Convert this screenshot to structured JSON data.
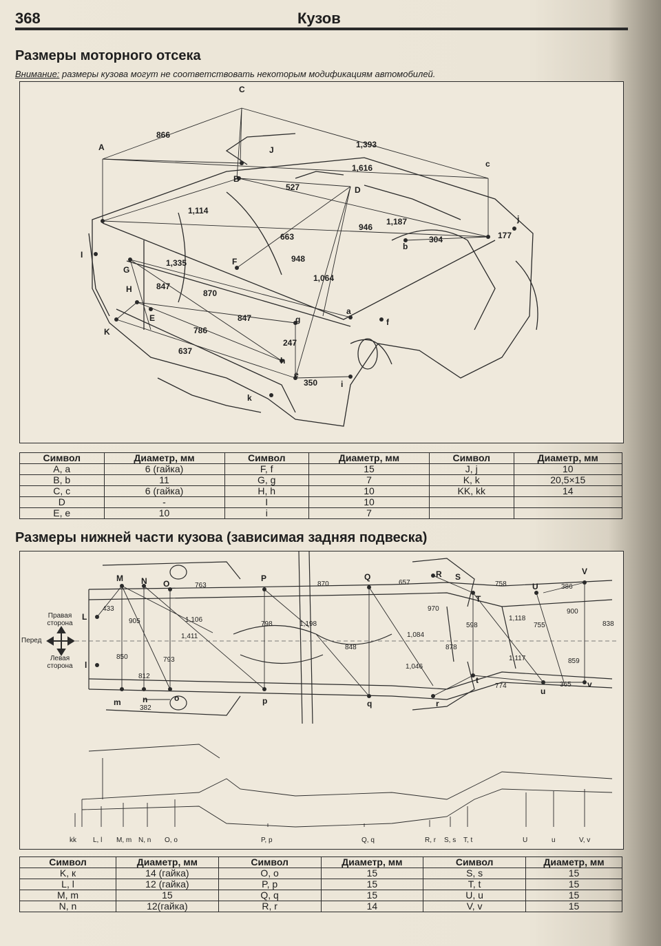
{
  "header": {
    "page_number": "368",
    "chapter": "Кузов"
  },
  "engine_section": {
    "title": "Размеры моторного отсека",
    "note_label": "Внимание:",
    "note_text": " размеры кузова могут не соответствовать некоторым модификациям автомобилей.",
    "point_labels": [
      "A",
      "C",
      "J",
      "D",
      "c",
      "j",
      "I",
      "G",
      "H",
      "F",
      "E",
      "K",
      "b",
      "a",
      "f",
      "g",
      "h",
      "k",
      "e",
      "i",
      "B"
    ],
    "dimensions": [
      "866",
      "1,393",
      "1,616",
      "527",
      "1,114",
      "663",
      "946",
      "1,187",
      "304",
      "177",
      "1,335",
      "948",
      "847",
      "870",
      "1,064",
      "847",
      "786",
      "247",
      "637",
      "350"
    ],
    "table": {
      "headers": [
        "Символ",
        "Диаметр, мм",
        "Символ",
        "Диаметр, мм",
        "Символ",
        "Диаметр, мм"
      ],
      "rows": [
        [
          "A, a",
          "6 (гайка)",
          "F, f",
          "15",
          "J, j",
          "10"
        ],
        [
          "B, b",
          "11",
          "G, g",
          "7",
          "K, k",
          "20,5×15"
        ],
        [
          "C, c",
          "6 (гайка)",
          "H, h",
          "10",
          "KK, kk",
          "14"
        ],
        [
          "D",
          "-",
          "I",
          "10",
          "",
          ""
        ],
        [
          "E, e",
          "10",
          "i",
          "7",
          "",
          ""
        ]
      ]
    }
  },
  "underbody_section": {
    "title": "Размеры нижней части кузова (зависимая задняя подвеска)",
    "legend": {
      "right": "Правая сторона",
      "front": "Перед",
      "left": "Левая сторона"
    },
    "point_labels": [
      "M",
      "N",
      "O",
      "P",
      "Q",
      "R",
      "S",
      "T",
      "U",
      "V",
      "L",
      "l",
      "m",
      "n",
      "o",
      "p",
      "q",
      "r",
      "t",
      "u",
      "v"
    ],
    "dimensions": [
      "763",
      "870",
      "657",
      "758",
      "386",
      "433",
      "905",
      "1,106",
      "1,411",
      "798",
      "1,198",
      "970",
      "598",
      "1,118",
      "755",
      "900",
      "838",
      "850",
      "793",
      "848",
      "1,084",
      "1,046",
      "878",
      "1,117",
      "859",
      "812",
      "382",
      "774",
      "365"
    ],
    "side_view_labels": [
      "kk",
      "L, l",
      "M, m",
      "N, n",
      "O, o",
      "P, p",
      "Q, q",
      "R, r",
      "S, s",
      "T, t",
      "U",
      "u",
      "V, v"
    ],
    "table": {
      "headers": [
        "Символ",
        "Диаметр, мм",
        "Символ",
        "Диаметр, мм",
        "Символ",
        "Диаметр, мм"
      ],
      "rows": [
        [
          "K, к",
          "14 (гайка)",
          "O, o",
          "15",
          "S, s",
          "15"
        ],
        [
          "L, l",
          "12 (гайка)",
          "P, p",
          "15",
          "T, t",
          "15"
        ],
        [
          "M, m",
          "15",
          "Q, q",
          "15",
          "U, u",
          "15"
        ],
        [
          "N, n",
          "12(гайка)",
          "R, r",
          "14",
          "V, v",
          "15"
        ]
      ]
    }
  }
}
